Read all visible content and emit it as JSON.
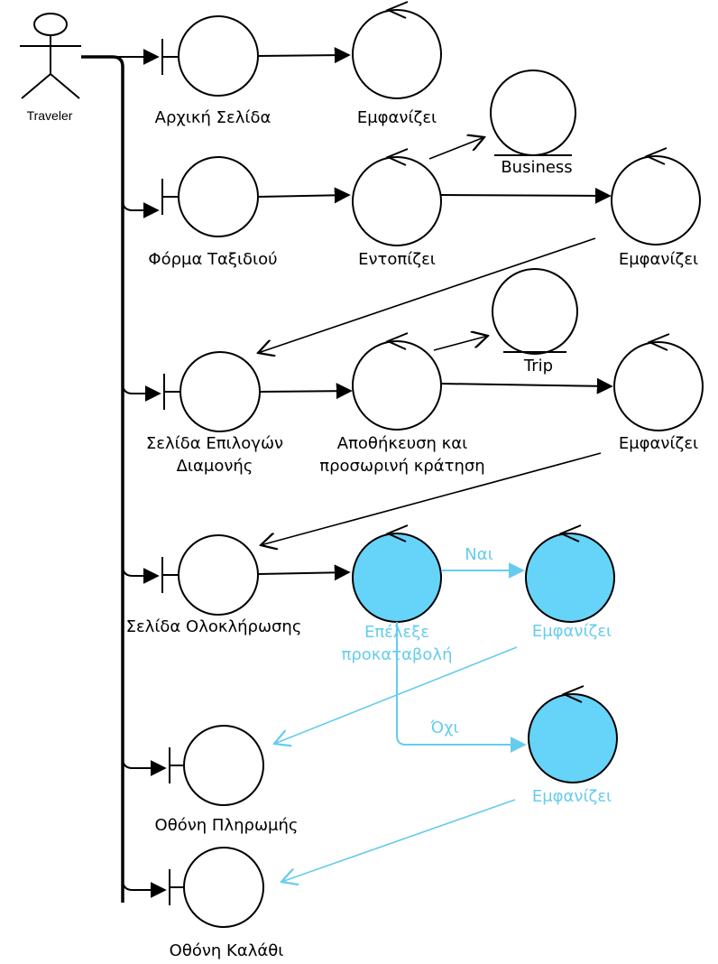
{
  "colors": {
    "stroke": "#000000",
    "highlight_fill": "#66d3f8",
    "highlight_stroke": "#66ccee",
    "background": "#ffffff"
  },
  "actor": {
    "label": "Traveler"
  },
  "boundaries": {
    "home_page": "Αρχική Σελίδα",
    "trip_form": "Φόρμα Ταξιδιού",
    "stay_options_line1": "Σελίδα Επιλογών",
    "stay_options_line2": "Διαμονής",
    "completion_page": "Σελίδα Ολοκλήρωσης",
    "payment_screen": "Οθόνη Πληρωμής",
    "cart_screen": "Οθόνη Καλάθι"
  },
  "controls": {
    "display_home": "Εμφανίζει",
    "locate": "Εντοπίζει",
    "display_form_result": "Εμφανίζει",
    "save_line1": "Αποθήκευση και",
    "save_line2": "προσωρινή κράτηση",
    "display_saved": "Εμφανίζει",
    "choose_line1": "Επέλεξε",
    "choose_line2": "προκαταβολή",
    "display_yes": "Εμφανίζει",
    "display_no": "Εμφανίζει"
  },
  "entities": {
    "business": "Business",
    "trip": "Trip"
  },
  "edge_labels": {
    "yes": "Ναι",
    "no": "Όχι"
  }
}
